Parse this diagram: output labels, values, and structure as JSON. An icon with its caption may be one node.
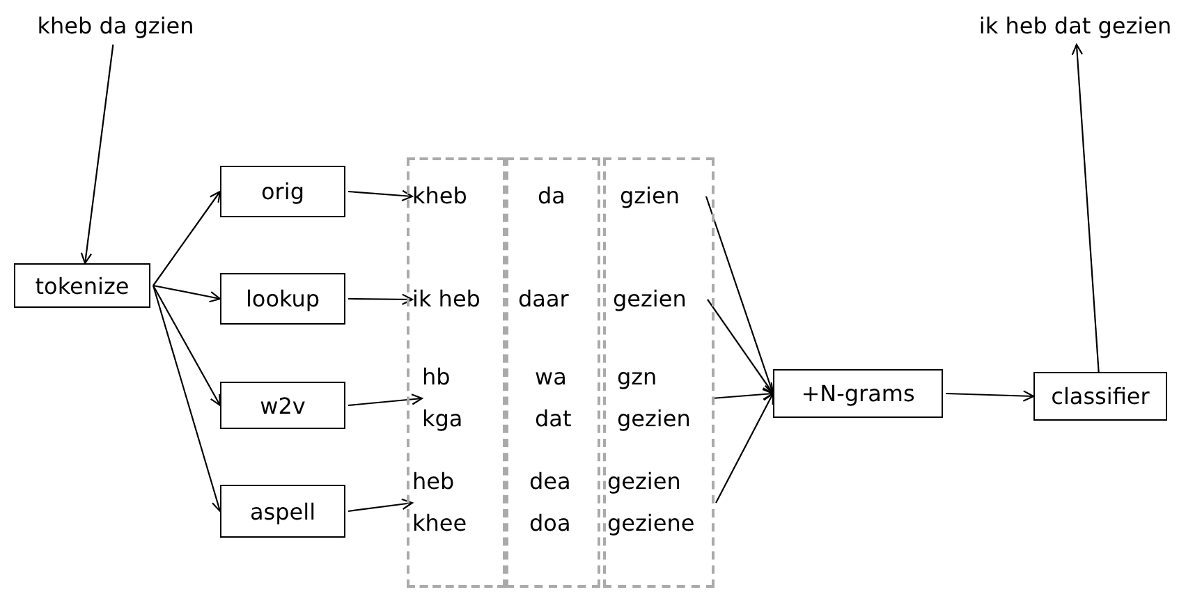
{
  "diagram": {
    "nodes": [
      {
        "text": [
          "kheb da gzien"
        ]
      },
      {
        "text": [
          "tokenize"
        ]
      },
      {
        "text": [
          "orig"
        ]
      },
      {
        "text": [
          "lookup"
        ]
      },
      {
        "text": [
          "w2v"
        ]
      },
      {
        "text": [
          "aspell"
        ]
      },
      {
        "text": [],
        "shape": "box"
      },
      {
        "text": [
          "kheb"
        ],
        "in": 6
      },
      {
        "text": [
          "ik heb"
        ],
        "in": 6
      },
      {
        "text": [
          "hb",
          "kga"
        ],
        "in": 6
      },
      {
        "text": [
          "heb",
          "khee"
        ],
        "in": 6
      },
      {
        "text": [],
        "shape": "box"
      },
      {
        "text": [
          "da"
        ],
        "in": 11
      },
      {
        "text": [
          "daar"
        ],
        "in": 11
      },
      {
        "text": [
          "wa",
          "dat"
        ],
        "in": 11
      },
      {
        "text": [
          "dea",
          "doa"
        ],
        "in": 11
      },
      {
        "text": [],
        "shape": "box"
      },
      {
        "text": [
          "gzien"
        ],
        "in": 16
      },
      {
        "text": [
          "gezien"
        ],
        "in": 16
      },
      {
        "text": [
          "gzn",
          "gezien"
        ],
        "in": 16
      },
      {
        "text": [
          "gezien",
          "geziene"
        ],
        "in": 16
      },
      {
        "text": [
          "+N-grams"
        ]
      },
      {
        "text": [
          "classifier"
        ]
      },
      {
        "text": [
          "ik heb dat gezien"
        ]
      }
    ],
    "edges": [
      {
        "from": 0,
        "to": 1,
        "arrow": "to"
      },
      {
        "from": 1,
        "to": 2,
        "arrow": "to"
      },
      {
        "from": 1,
        "to": 3,
        "arrow": "to"
      },
      {
        "from": 1,
        "to": 4,
        "arrow": "to"
      },
      {
        "from": 1,
        "to": 5,
        "arrow": "to"
      },
      {
        "from": 2,
        "to": 7,
        "arrow": "to"
      },
      {
        "from": 3,
        "to": 8,
        "arrow": "to"
      },
      {
        "from": 4,
        "to": 9,
        "arrow": "to"
      },
      {
        "from": 5,
        "to": 10,
        "arrow": "to"
      },
      {
        "from": 17,
        "to": 21,
        "arrow": "to"
      },
      {
        "from": 18,
        "to": 21,
        "arrow": "to"
      },
      {
        "from": 19,
        "to": 21,
        "arrow": "to"
      },
      {
        "from": 20,
        "to": 21,
        "arrow": "to"
      },
      {
        "from": 21,
        "to": 22,
        "arrow": "to"
      },
      {
        "from": 22,
        "to": 23,
        "arrow": "to"
      }
    ]
  }
}
